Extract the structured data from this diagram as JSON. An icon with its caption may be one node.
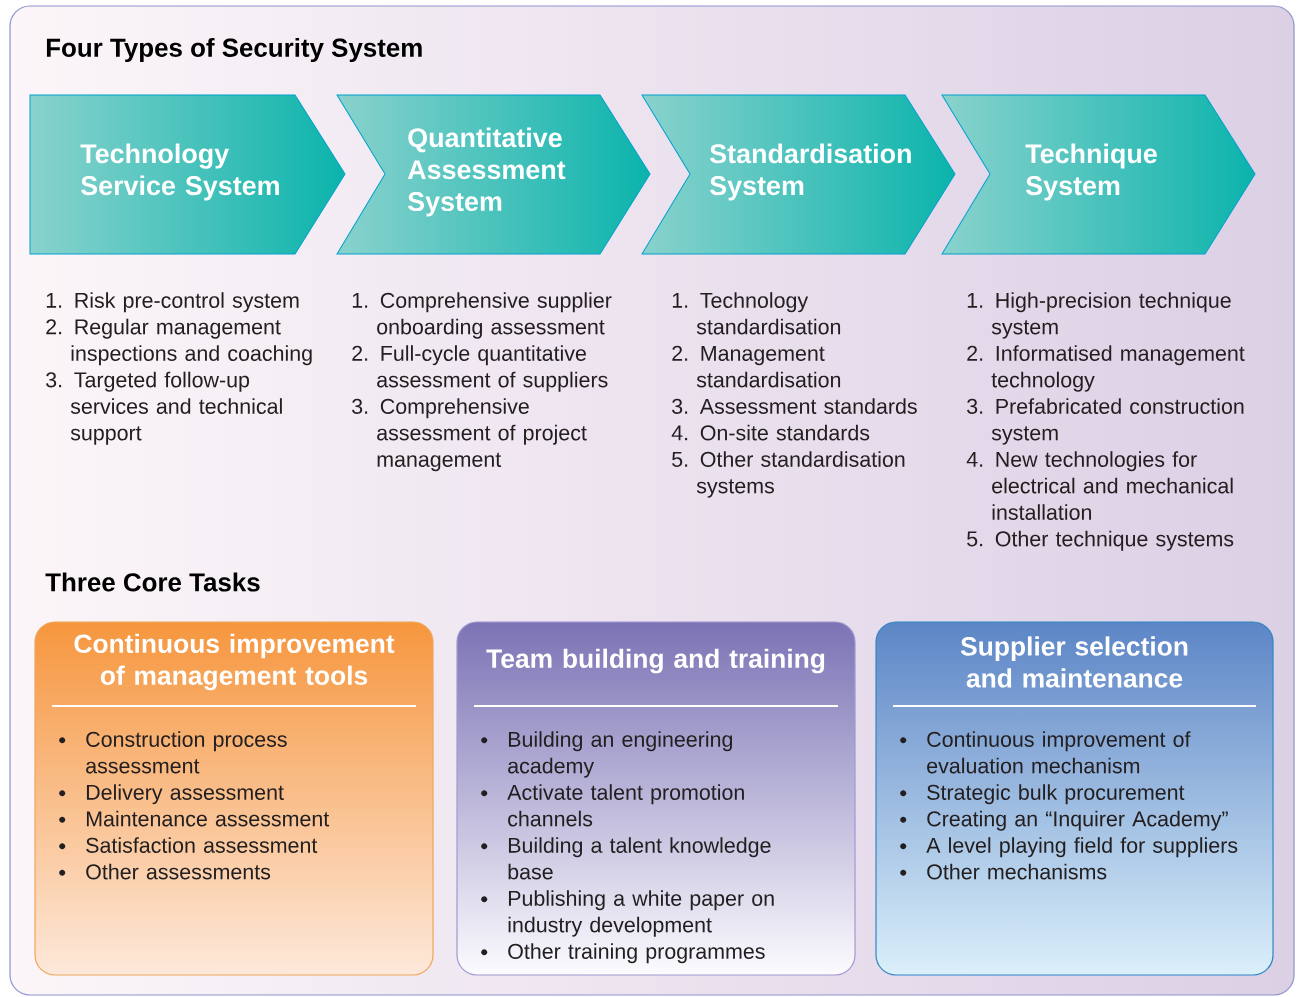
{
  "diagram": {
    "title": "Four Types of Security System",
    "nodes": [
      {
        "text": [
          "Technology Service System"
        ],
        "beside": [
          "1. Risk pre-control system",
          "2. Regular management inspections and coaching",
          "3. Targeted follow-up services and technical support"
        ]
      },
      {
        "text": [
          "Quantitative Assessment System"
        ],
        "beside": [
          "1. Comprehensive supplier onboarding assessment",
          "2. Full-cycle quantitative assessment of suppliers",
          "3. Comprehensive assessment of project management"
        ]
      },
      {
        "text": [
          "Standardisation System"
        ],
        "beside": [
          "1. Technology standardisation",
          "2. Management standardisation",
          "3. Assessment standards",
          "4. On-site standards",
          "5. Other standardisation systems"
        ]
      },
      {
        "text": [
          "Technique System"
        ],
        "beside": [
          "1. High-precision technique system",
          "2. Informatised management technology",
          "3. Prefabricated construction system",
          "4. New technologies for electrical and mechanical installation",
          "5. Other technique systems"
        ]
      },
      {
        "text": [
          "Continuous improvement of management tools",
          "Construction process assessment",
          "Delivery assessment",
          "Maintenance assessment",
          "Satisfaction assessment",
          "Other assessments"
        ]
      },
      {
        "text": [
          "Team building and training",
          "Building an engineering academy",
          "Activate talent promotion channels",
          "Building a talent knowledge base",
          "Publishing a white paper on industry development",
          "Other training programmes"
        ]
      },
      {
        "text": [
          "Supplier selection and maintenance",
          "Continuous improvement of evaluation mechanism",
          "Strategic bulk procurement",
          "Creating an “Inquirer Academy”",
          "A level playing field for suppliers",
          "Other mechanisms"
        ]
      }
    ],
    "labels": [
      "Three Core Tasks"
    ]
  }
}
